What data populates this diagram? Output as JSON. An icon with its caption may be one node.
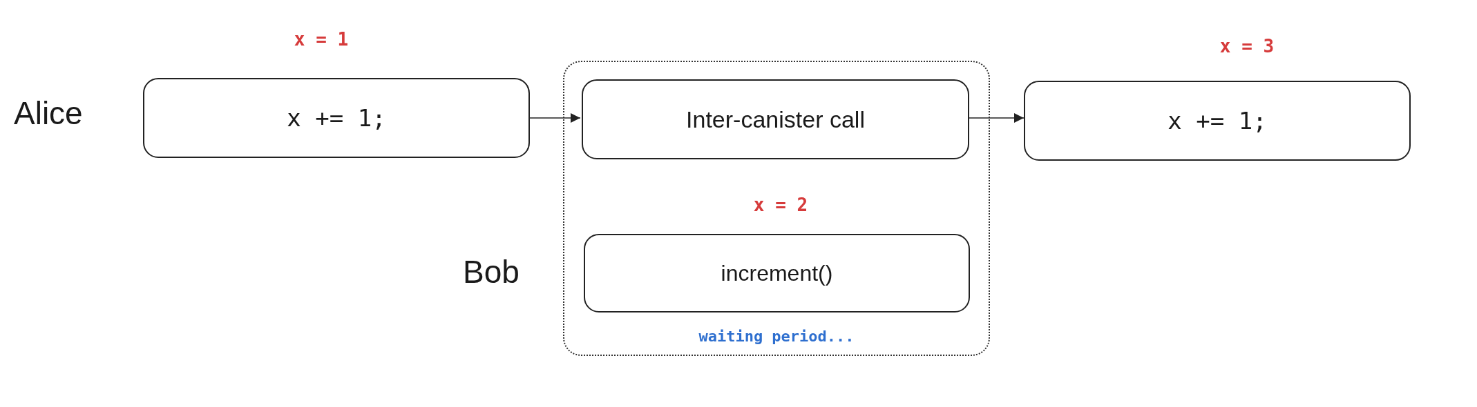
{
  "diagram": {
    "nodes": [
      {
        "text": [
          "x += 1;"
        ],
        "beside": [
          "x = 1"
        ]
      },
      {
        "text": [
          "waiting period..."
        ]
      },
      {
        "text": [
          "Inter-canister call"
        ],
        "in": 1
      },
      {
        "text": [
          "increment()"
        ],
        "in": 1,
        "beside": [
          "x = 2"
        ]
      },
      {
        "text": [
          "x += 1;"
        ],
        "beside": [
          "x = 3"
        ]
      }
    ],
    "edges": [
      {
        "from": 0,
        "to": 2,
        "arrow": "to"
      },
      {
        "from": 2,
        "to": 4,
        "arrow": "to"
      }
    ],
    "labels": [
      "Alice",
      "Bob"
    ]
  }
}
